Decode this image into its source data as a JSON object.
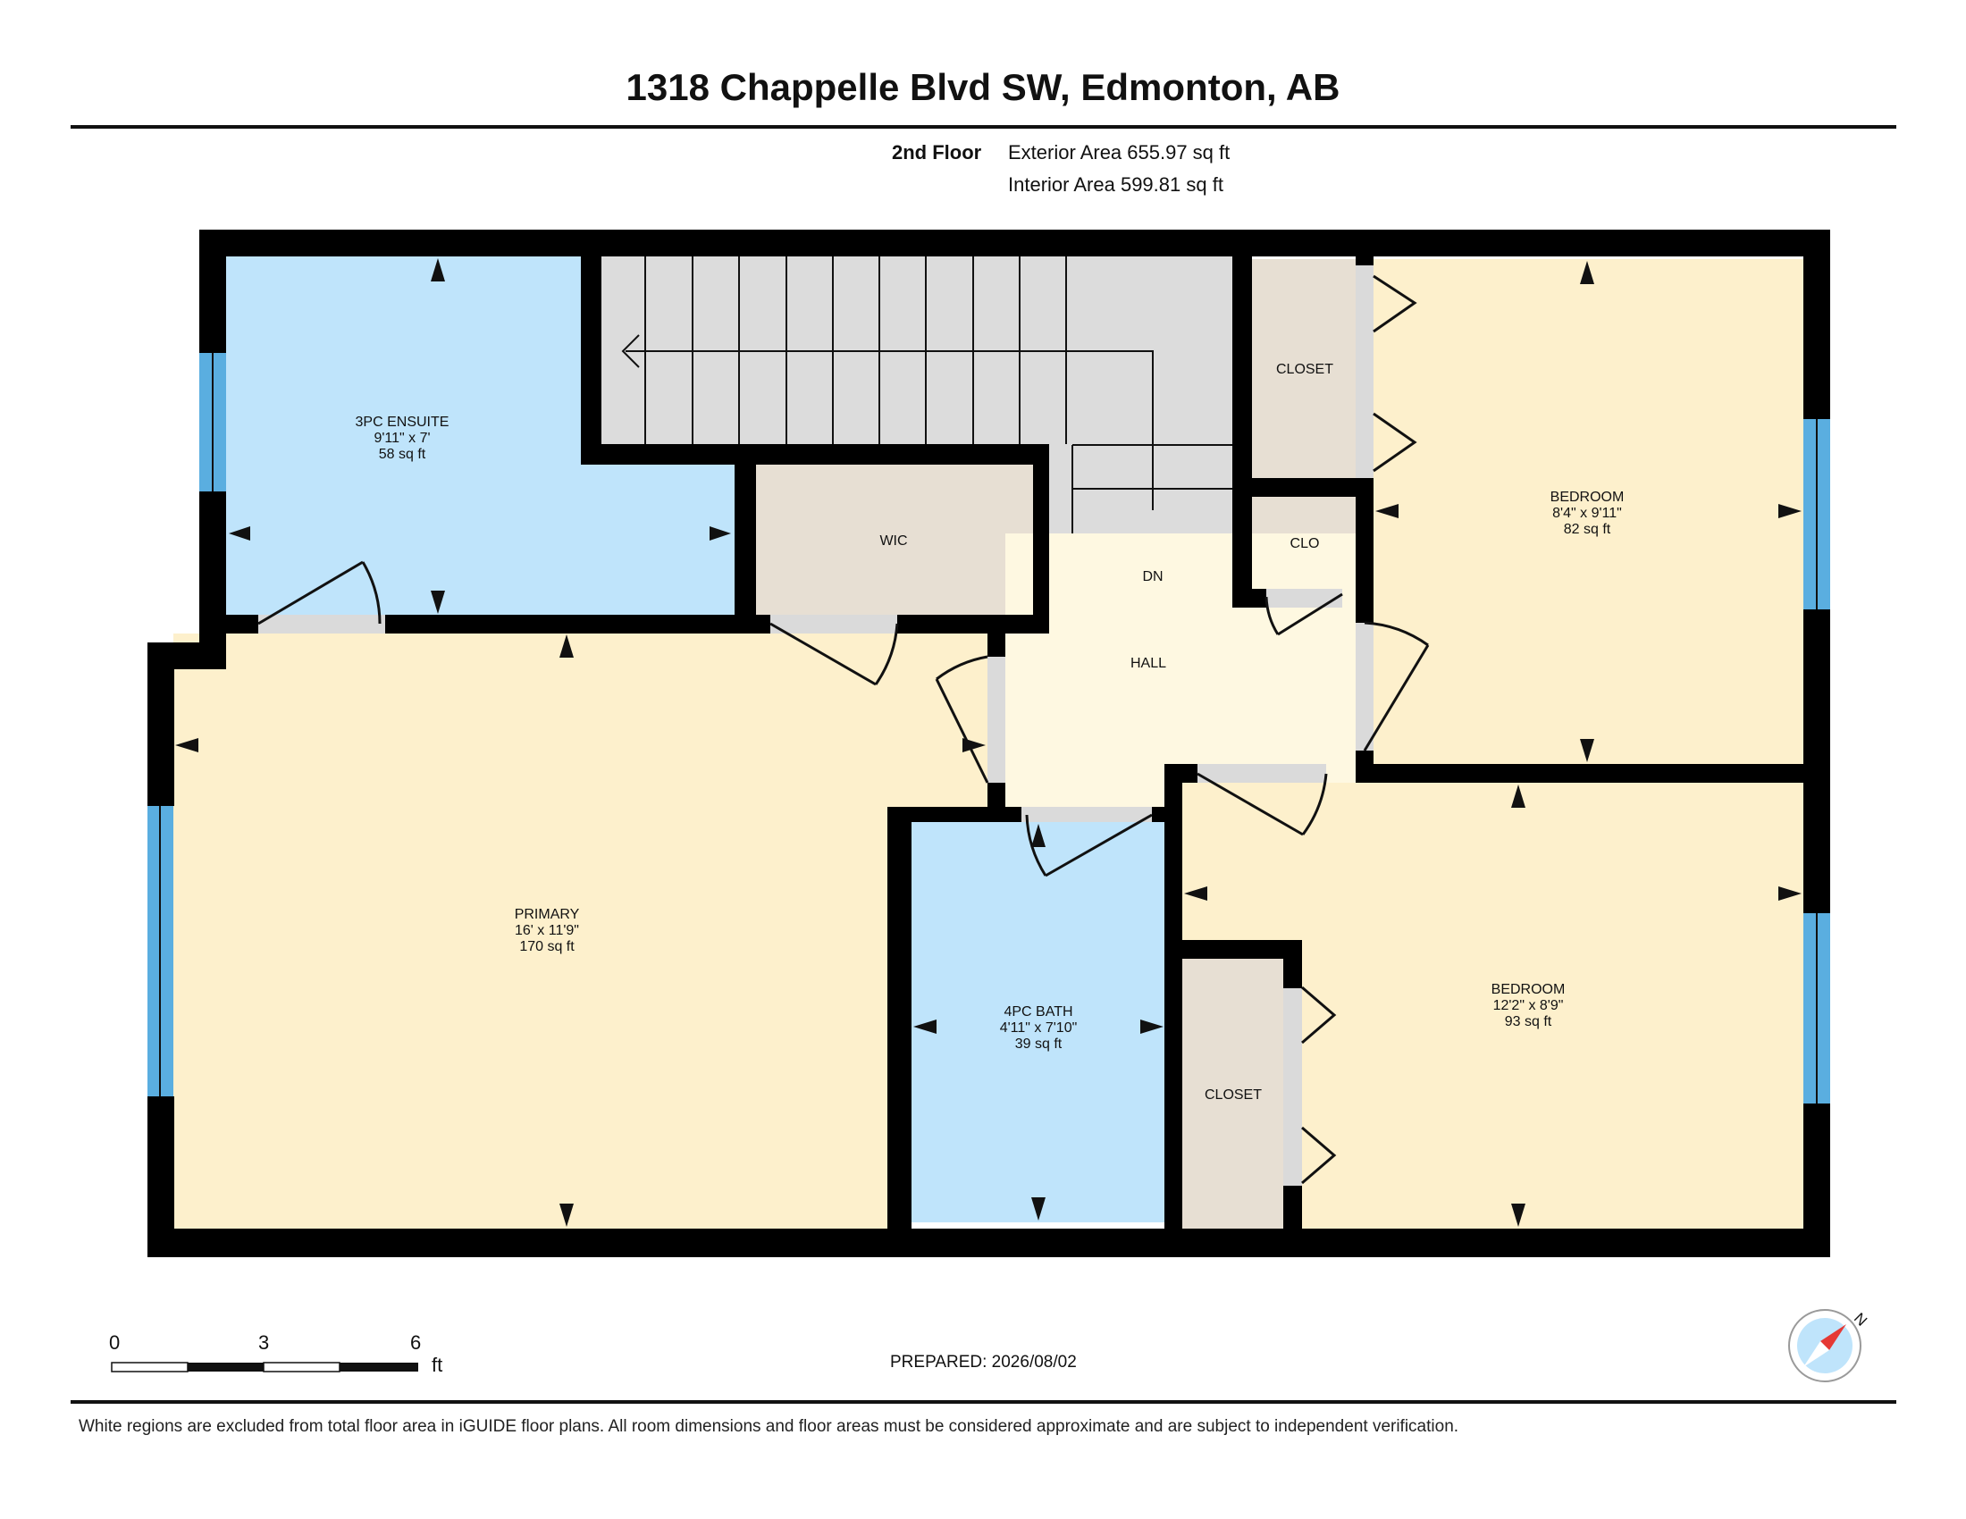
{
  "header": {
    "address": "1318 Chappelle Blvd SW, Edmonton, AB",
    "floor_label": "2nd Floor",
    "exterior_area": "Exterior Area 655.97 sq ft",
    "interior_area": "Interior Area 599.81 sq ft"
  },
  "rooms": {
    "ensuite": {
      "name": "3PC ENSUITE",
      "dims": "9'11\" x 7'",
      "area": "58 sq ft"
    },
    "wic": {
      "name": "WIC"
    },
    "closet_top": {
      "name": "CLOSET"
    },
    "clo": {
      "name": "CLO"
    },
    "bedroom1": {
      "name": "BEDROOM",
      "dims": "8'4\" x 9'11\"",
      "area": "82 sq ft"
    },
    "dn": {
      "name": "DN"
    },
    "hall": {
      "name": "HALL"
    },
    "primary": {
      "name": "PRIMARY",
      "dims": "16' x 11'9\"",
      "area": "170 sq ft"
    },
    "bath": {
      "name": "4PC BATH",
      "dims": "4'11\" x 7'10\"",
      "area": "39 sq ft"
    },
    "closet_bottom": {
      "name": "CLOSET"
    },
    "bedroom2": {
      "name": "BEDROOM",
      "dims": "12'2\" x 8'9\"",
      "area": "93 sq ft"
    }
  },
  "colors": {
    "wall": "#000000",
    "bedroom": "#fdf0cc",
    "hall": "#fef8e1",
    "bath": "#bfe4fb",
    "closet": "#e7dfd3",
    "stairs": "#dcdcdc",
    "window": "#5aaee0",
    "door_opening": "#dadada"
  },
  "scale": {
    "ticks": [
      "0",
      "3",
      "6"
    ],
    "unit": "ft"
  },
  "compass": {
    "north_label": "N"
  },
  "footer": {
    "prepared": "PREPARED: 2026/08/02",
    "disclaimer": "White regions are excluded from total floor area in iGUIDE floor plans. All room dimensions and floor areas must be considered approximate and are subject to independent verification."
  }
}
